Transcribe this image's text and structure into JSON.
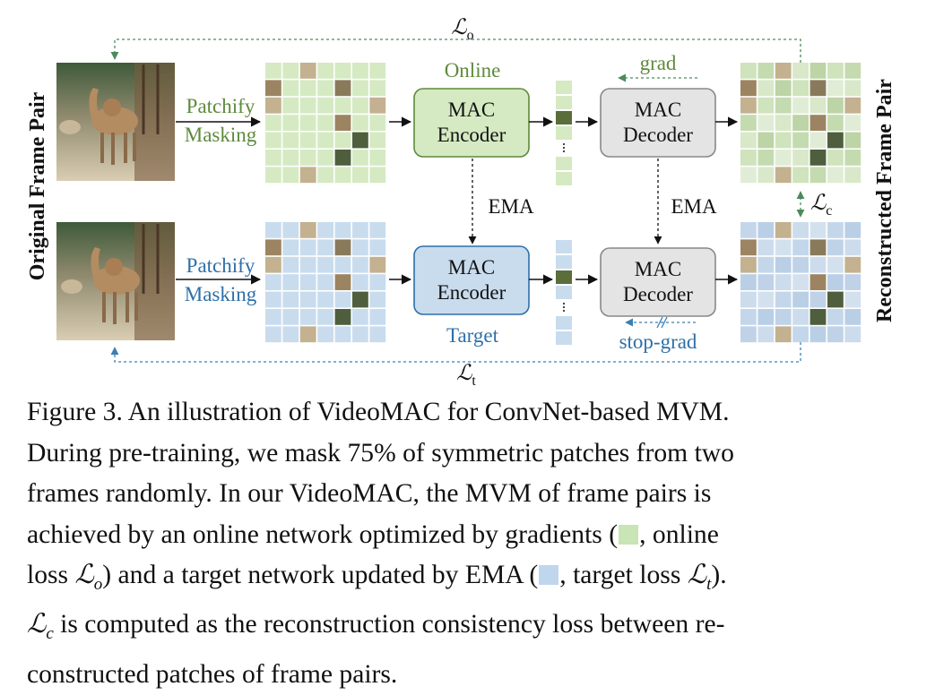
{
  "diagram": {
    "left_label": "Original  Frame  Pair",
    "right_label": "Reconstructed  Frame  Pair",
    "top_loss": {
      "base": "ℒ",
      "sub": "o"
    },
    "bottom_loss": {
      "base": "ℒ",
      "sub": "t"
    },
    "consistency_loss": {
      "base": "ℒ",
      "sub": "c"
    },
    "online": {
      "stream_label": "Online",
      "step_line1": "Patchify",
      "step_line2": "Masking",
      "encoder_line1": "MAC",
      "encoder_line2": "Encoder",
      "decoder_line1": "MAC",
      "decoder_line2": "Decoder",
      "grad_label": "grad"
    },
    "target": {
      "stream_label": "Target",
      "step_line1": "Patchify",
      "step_line2": "Masking",
      "encoder_line1": "MAC",
      "encoder_line2": "Encoder",
      "decoder_line1": "MAC",
      "decoder_line2": "Decoder",
      "stopgrad_label": "stop-grad"
    },
    "ema_left": "EMA",
    "ema_right": "EMA"
  },
  "colors": {
    "online_green": "#5e8a3c",
    "online_fill": "#d5eac2",
    "target_blue": "#2e6fa7",
    "target_fill": "#c9dcee",
    "decoder_fill": "#e4e4e4",
    "loss_line_green": "#4d8a5a",
    "loss_line_blue": "#3a7fb5"
  },
  "caption": {
    "l1": "Figure 3.  An illustration of VideoMAC for ConvNet-based MVM.",
    "l2": "During pre-training, we mask 75% of symmetric patches from two",
    "l3": "frames randomly.  In our VideoMAC, the MVM of frame pairs is",
    "l4a": "achieved by an online network optimized by gradients (",
    "l4b": ", online",
    "l5a": "loss ",
    "l5_sym": "ℒ",
    "l5_sub": "o",
    "l5b": ") and a target network updated by EMA (",
    "l5c": ", target loss ",
    "l5_sym2": "ℒ",
    "l5_sub2": "t",
    "l5d": ").",
    "l6_sym": "ℒ",
    "l6_sub": "c",
    "l6": " is computed as the reconstruction consistency loss between re-",
    "l7": "constructed patches of frame pairs."
  }
}
